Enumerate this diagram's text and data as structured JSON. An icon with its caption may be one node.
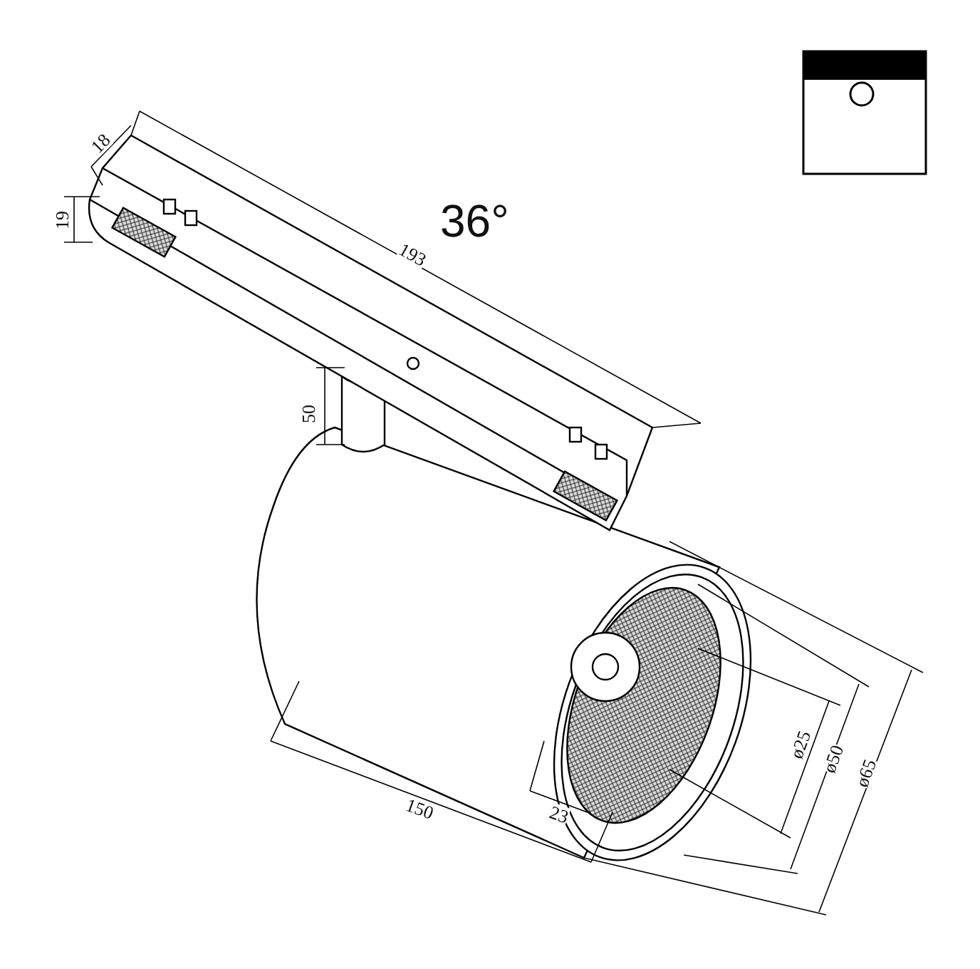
{
  "diagram": {
    "labels": [
      "18",
      "19",
      "36°",
      "193",
      "50",
      "ø25",
      "ø50",
      "ø65",
      "150",
      "23"
    ]
  }
}
